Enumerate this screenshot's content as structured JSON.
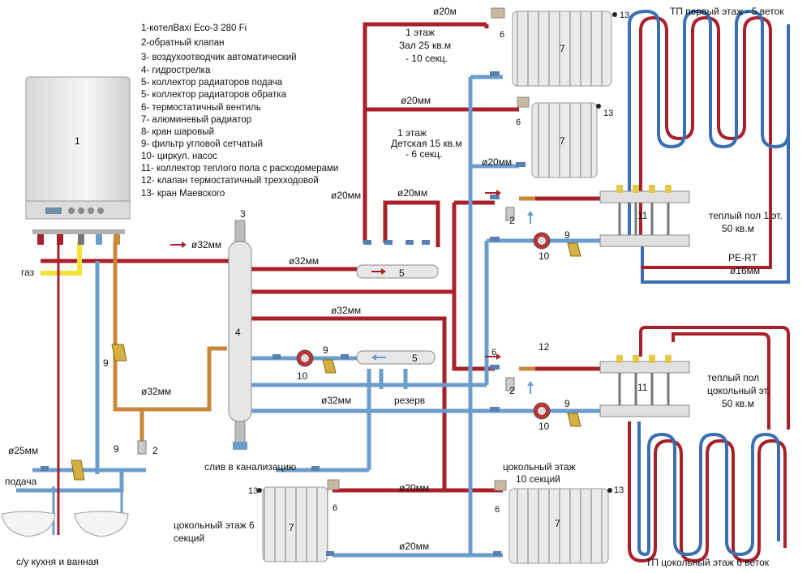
{
  "legend": [
    "1-котелBaxi Eco-3 280 Fi",
    "2-обратный клапан",
    "3- воздухоотводчик автоматический",
    "4- гидрострелка",
    "5- коллектор радиаторов подача",
    "5- коллектор радиаторов обратка",
    "6- термостатичный вентиль",
    "7- алюминевый радиатор",
    "8- кран шаровый",
    "9- фильтр угловой сетчатый",
    "10- циркул. насос",
    "11- коллектор теплого пола с расходомерами",
    "12- клапан термостатичный  трехходовой",
    "13- кран Маевского"
  ],
  "labels": {
    "boiler_num": "1",
    "gas": "газ",
    "supply": "подача",
    "sink": "с/у кухня и  ванная",
    "d25": "ø25мм",
    "d32_a": "ø32мм",
    "d32_b": "ø32мм",
    "d32_c": "ø32мм",
    "d32_d": "ø32мм",
    "d32_e": "ø32мм",
    "d20_top": "ø20м",
    "d20_b": "ø20мм",
    "d20_c": "ø20мм",
    "d20_d": "ø20мм",
    "d20_left": "ø20мм",
    "d20_bot1": "ø20мм",
    "d20_bot2": "ø20мм",
    "d16": "ø16мм",
    "pert": "PE-RT",
    "floor1_room1": [
      "1 этаж",
      "Зал 25 кв.м",
      "- 10 секц."
    ],
    "floor1_room2": [
      "1 этаж",
      "Детская 15 кв.м",
      "- 6 секц."
    ],
    "tp_first": "ТП первый этаж - 5 веток",
    "tp_first_area": [
      "теплый пол 1 эт.",
      "50 кв.м"
    ],
    "tp_base_area": [
      "теплый пол",
      "цокольный эт.",
      "50 кв.м"
    ],
    "tp_base": "ТП цокольный этаж 6 веток",
    "drain": "слив в канализацию",
    "reserve": "резерв",
    "base_left": [
      "цокольный этаж 6",
      "секций"
    ],
    "base_right": [
      "цокольный этаж",
      "10 секций"
    ],
    "n2": "2",
    "n3": "3",
    "n4": "4",
    "n5": "5",
    "n6": "6",
    "n7": "7",
    "n9": "9",
    "n10": "10",
    "n11": "11",
    "n12": "12",
    "n13": "13"
  },
  "colors": {
    "supply_pipe": "#a8202a",
    "return_pipe": "#6a9ccc",
    "gas_pipe": "#f2e23a",
    "dhw_pipe": "#c9873a",
    "radiator": "#d8d8d8",
    "manifold": "#e8e8e8"
  }
}
